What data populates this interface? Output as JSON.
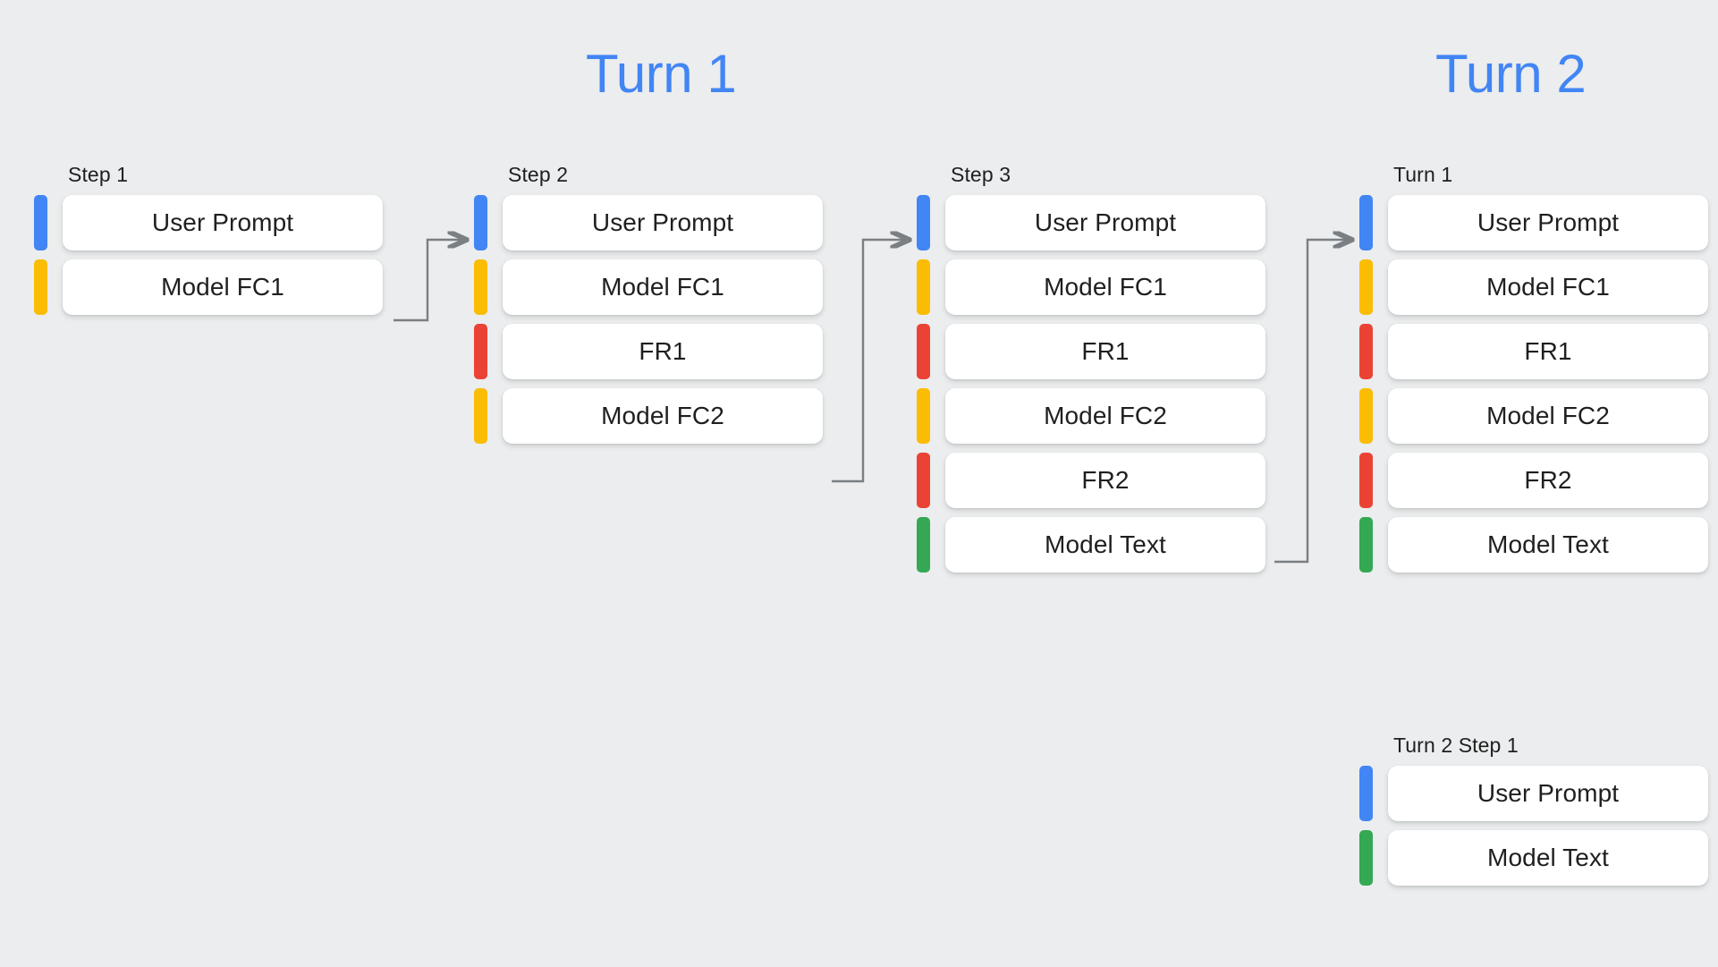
{
  "sections": [
    {
      "id": "turn-1",
      "title": "Turn 1"
    },
    {
      "id": "turn-2",
      "title": "Turn 2"
    }
  ],
  "colors": {
    "accent_blue": "#4285F4",
    "bar_blue": "#4285F4",
    "bar_yellow": "#FBBC04",
    "bar_red": "#EA4335",
    "bar_green": "#34A853",
    "background": "#EBEDEE",
    "card": "#FFFFFF",
    "connector": "#7A7F83",
    "text": "#1F1F1F"
  },
  "columns": [
    {
      "id": "step-1",
      "label": "Step 1",
      "rows": [
        {
          "label": "User Prompt",
          "color": "blue"
        },
        {
          "label": "Model FC1",
          "color": "yellow"
        }
      ]
    },
    {
      "id": "step-2",
      "label": "Step 2",
      "rows": [
        {
          "label": "User Prompt",
          "color": "blue"
        },
        {
          "label": "Model FC1",
          "color": "yellow"
        },
        {
          "label": "FR1",
          "color": "red"
        },
        {
          "label": "Model FC2",
          "color": "yellow"
        }
      ]
    },
    {
      "id": "step-3",
      "label": "Step 3",
      "rows": [
        {
          "label": "User Prompt",
          "color": "blue"
        },
        {
          "label": "Model FC1",
          "color": "yellow"
        },
        {
          "label": "FR1",
          "color": "red"
        },
        {
          "label": "Model FC2",
          "color": "yellow"
        },
        {
          "label": "FR2",
          "color": "red"
        },
        {
          "label": "Model Text",
          "color": "green"
        }
      ]
    },
    {
      "id": "turn2-turn1",
      "label": "Turn 1",
      "rows": [
        {
          "label": "User Prompt",
          "color": "blue"
        },
        {
          "label": "Model FC1",
          "color": "yellow"
        },
        {
          "label": "FR1",
          "color": "red"
        },
        {
          "label": "Model FC2",
          "color": "yellow"
        },
        {
          "label": "FR2",
          "color": "red"
        },
        {
          "label": "Model Text",
          "color": "green"
        }
      ]
    },
    {
      "id": "turn2-step1",
      "label": "Turn 2 Step 1",
      "rows": [
        {
          "label": "User Prompt",
          "color": "blue"
        },
        {
          "label": "Model Text",
          "color": "green"
        }
      ]
    }
  ],
  "connectors": [
    {
      "id": "step1-to-step2",
      "from": "Model FC1 (Step 1)",
      "to": "Step 2"
    },
    {
      "id": "step2-to-step3",
      "from": "Model FC2 (Step 2)",
      "to": "Step 3"
    },
    {
      "id": "step3-to-turn2",
      "from": "FR2 (Step 3)",
      "to": "Turn 1 (Turn 2)"
    }
  ]
}
